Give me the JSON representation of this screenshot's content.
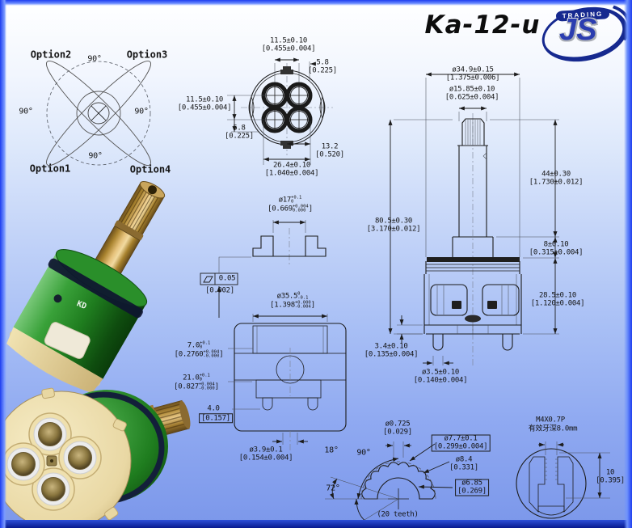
{
  "header": {
    "title": "Ka-12-u",
    "logo_tagline": "TRADING",
    "logo_brand": "JS"
  },
  "photos": {
    "body_marking": "KD"
  },
  "options_diagram": {
    "option1": "Option1",
    "option2": "Option2",
    "option3": "Option3",
    "option4": "Option4",
    "angle_top": "90°",
    "angle_left": "90°",
    "angle_right": "90°",
    "angle_bottom": "90°"
  },
  "port_face_view": {
    "pitch_h_mm": "11.5±0.10",
    "pitch_h_in": "[0.455±0.004]",
    "offset_top_mm": "5.8",
    "offset_top_in": "[0.225]",
    "pitch_v_mm": "11.5±0.10",
    "pitch_v_in": "[0.455±0.004]",
    "offset_left_mm": "5.8",
    "offset_left_in": "[0.225]",
    "edge_mm": "13.2",
    "edge_in": "[0.520]",
    "span_mm": "26.4±0.10",
    "span_in": "[1.040±0.004]"
  },
  "side_view": {
    "body_dia_mm": "ø34.9±0.15",
    "body_dia_in": "[1.375±0.006]",
    "stem_dia_mm": "ø15.85±0.10",
    "stem_dia_in": "[0.625±0.004]",
    "stem_len_mm": "44±0.30",
    "stem_len_in": "[1.730±0.012]",
    "total_len_mm": "80.5±0.30",
    "total_len_in": "[3.170±0.012]",
    "collar_h_mm": "8±0.10",
    "collar_h_in": "[0.315±0.004]",
    "body_h_mm": "28.5±0.10",
    "body_h_in": "[1.120±0.004]",
    "base_h_mm": "3.4±0.10",
    "base_h_in": "[0.135±0.004]",
    "pin_dia_mm": "ø3.5±0.10",
    "pin_dia_in": "[0.140±0.004]"
  },
  "cap_section": {
    "bore_mm": "ø17",
    "bore_tol": "+0.1\n 0",
    "bore_in_open": "[0.669",
    "bore_in_tol": "+0.004\n 0.000",
    "bracket_close": "]",
    "flatness_value": "0.05",
    "flatness_in": "[0.002]"
  },
  "body_section": {
    "bore_mm": "ø35.5",
    "bore_tol": " 0\n-0.1",
    "bore_in_open": "[1.398",
    "bore_in_tol": "+0.000\n-0.004",
    "depth1_mm": "7.0",
    "depth1_tol": "+0.1\n 0",
    "depth1_in_open": "[0.2760",
    "depth1_in_tol": "+0.004\n-0.000",
    "depth2_mm": "21.0",
    "depth2_tol": "+0.1\n 0",
    "depth2_in_open": "[0.827",
    "depth2_in_tol": "+0.004\n-0.000",
    "bracket_close": "]",
    "step_mm": "4.0",
    "step_in": "[0.157]",
    "hole_mm": "ø3.9±0.1",
    "hole_in": "[0.154±0.004]"
  },
  "spline_detail": {
    "tooth_mm": "ø0.725",
    "tooth_in": "[0.029]",
    "major_mm": "ø7.7±0.1",
    "major_in": "[0.299±0.004]",
    "od_mm": "ø8.4",
    "od_in": "[0.331]",
    "minor_mm": "ø6.85",
    "minor_in": "[0.269]",
    "angle1": "18°",
    "angle2": "90°",
    "angle3": "72°",
    "teeth_note": "(20 teeth)"
  },
  "thread_detail": {
    "spec": "M4X0.7P",
    "depth_note": "有效牙深8.0mm",
    "depth_mm": "10",
    "depth_in": "[0.395]"
  }
}
